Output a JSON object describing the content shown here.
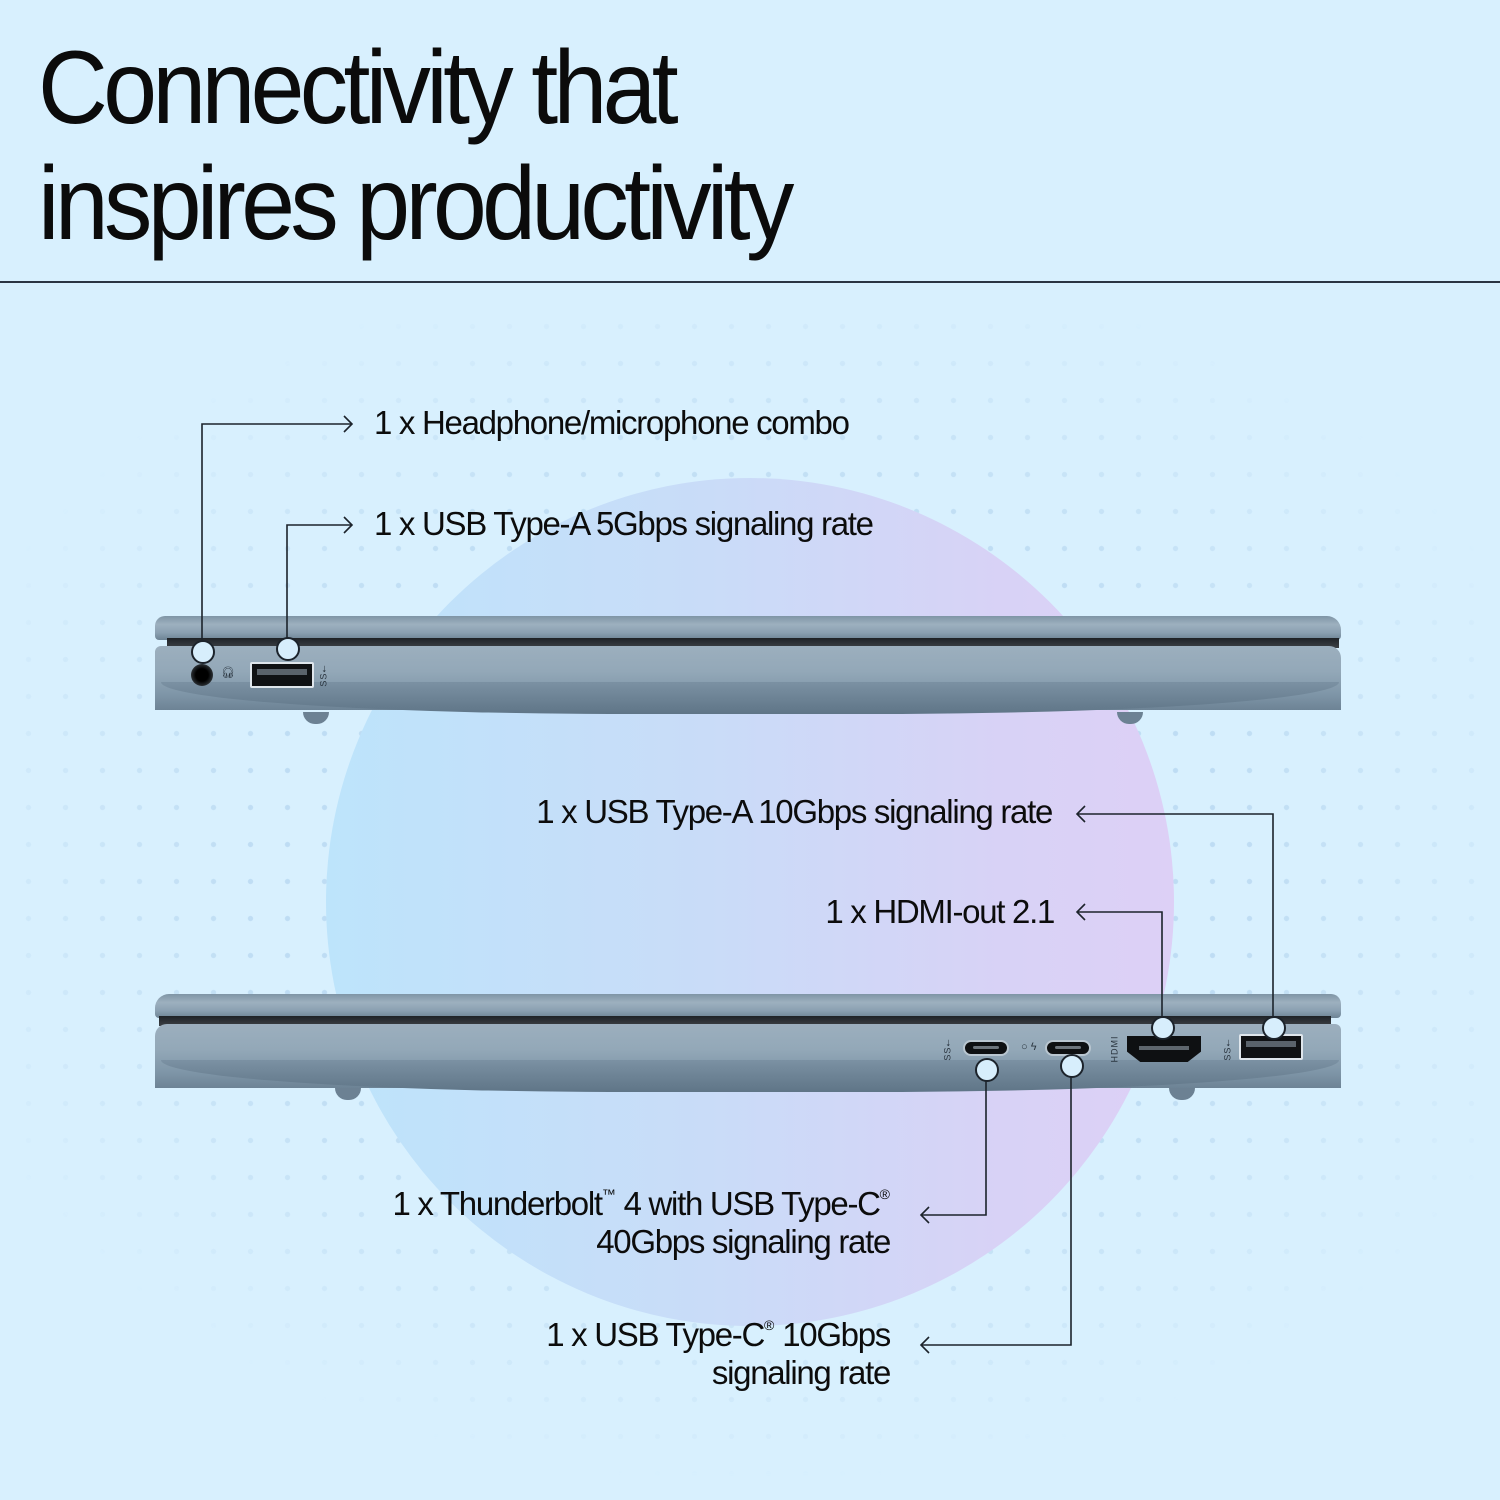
{
  "header": {
    "title_line1": "Connectivity that",
    "title_line2": "inspires productivity"
  },
  "colors": {
    "background": "#d8f0fe",
    "divider": "#2a3442",
    "orb_left": "#bde4fb",
    "orb_right": "#ddd0f6",
    "laptop_body": "#93a8b8",
    "text": "#0c0c0c"
  },
  "left_side": {
    "ports": [
      {
        "icon": "headphone-jack-icon",
        "glyph": "🎧"
      },
      {
        "icon": "usb-a-port-icon",
        "glyph": "SS⭠"
      }
    ],
    "callouts": [
      {
        "label": "1 x Headphone/microphone combo"
      },
      {
        "label": "1 x USB Type-A 5Gbps signaling rate"
      }
    ]
  },
  "right_side": {
    "ports": [
      {
        "icon": "usb-c-port-icon",
        "glyph": "SS⭠⚡"
      },
      {
        "icon": "thunderbolt-port-icon",
        "glyph": "○ ϟ"
      },
      {
        "icon": "hdmi-port-icon",
        "glyph": "HDMI"
      },
      {
        "icon": "usb-a-port-icon",
        "glyph": "SS⭠"
      }
    ],
    "callouts": [
      {
        "label": "1 x USB Type-A 10Gbps signaling rate"
      },
      {
        "label": "1 x HDMI-out 2.1"
      },
      {
        "label_line1_pre": "1 x Thunderbolt",
        "tm": "™",
        "label_line1_mid": " 4 with USB Type-C",
        "reg": "®",
        "label_line2": "40Gbps signaling rate"
      },
      {
        "label_line1_pre": "1 x USB Type-C",
        "reg": "®",
        "label_line1_post": " 10Gbps",
        "label_line2": "signaling rate"
      }
    ]
  }
}
